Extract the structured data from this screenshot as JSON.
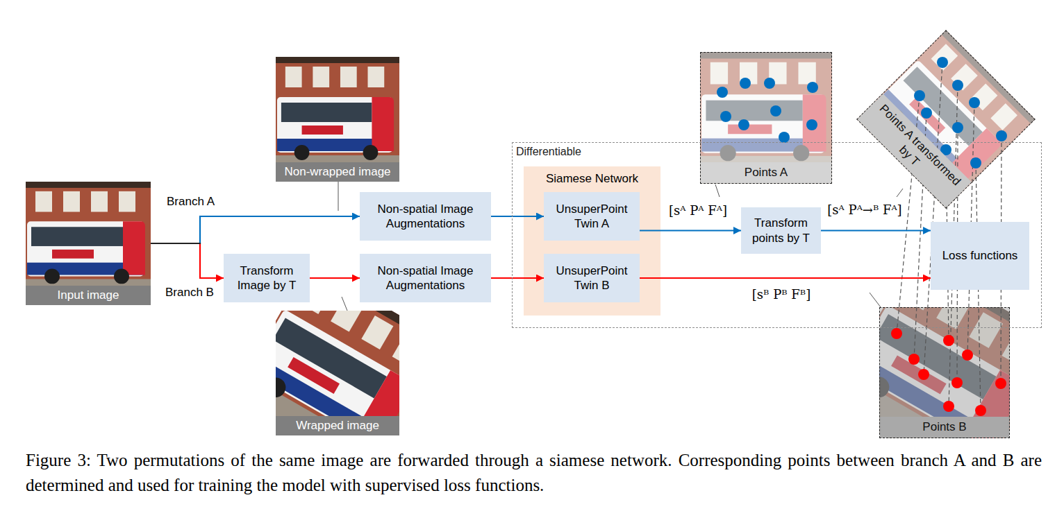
{
  "diagram": {
    "caption": "Figure 3: Two permutations of the same image are forwarded through a siamese network. Corresponding points between branch A and B are determined and used for training the model with supervised loss functions.",
    "nodes": [
      {
        "text": [
          "Input image"
        ]
      },
      {
        "text": [
          "Non-wrapped image"
        ]
      },
      {
        "text": [
          "Transform Image by T"
        ]
      },
      {
        "text": [
          "Non-spatial Image Augmentations"
        ]
      },
      {
        "text": [
          "Non-spatial Image Augmentations"
        ]
      },
      {
        "text": [
          "Wrapped image"
        ]
      },
      {
        "text": [
          "Differentiable"
        ]
      },
      {
        "text": [
          "Siamese Network"
        ],
        "in": 6
      },
      {
        "text": [
          "UnsuperPoint Twin A"
        ],
        "in": 7
      },
      {
        "text": [
          "UnsuperPoint Twin B"
        ],
        "in": 7
      },
      {
        "text": [
          "Points A"
        ]
      },
      {
        "text": [
          "Transform points by T"
        ],
        "in": 6
      },
      {
        "text": [
          "Points A transformed by T"
        ]
      },
      {
        "text": [
          "Loss functions"
        ],
        "in": 6
      },
      {
        "text": [
          "Points B"
        ]
      }
    ],
    "edges": [
      {
        "from": 0,
        "to": 3,
        "arrow": "to"
      },
      {
        "from": 0,
        "to": 2,
        "arrow": "to"
      },
      {
        "from": 2,
        "to": 4,
        "arrow": "to"
      },
      {
        "from": 3,
        "to": 8,
        "arrow": "to"
      },
      {
        "from": 4,
        "to": 9,
        "arrow": "to"
      },
      {
        "from": 8,
        "to": 11,
        "label": "[sᴬ Pᴬ Fᴬ]",
        "arrow": "to"
      },
      {
        "from": 11,
        "to": 13,
        "label": "[sᴬ Pᴬ→ᴮ Fᴬ]",
        "arrow": "to"
      },
      {
        "from": 9,
        "to": 13,
        "label": "[sᴮ Pᴮ Fᴮ]",
        "arrow": "to"
      }
    ],
    "labels": [
      "Branch A",
      "Branch B"
    ]
  }
}
